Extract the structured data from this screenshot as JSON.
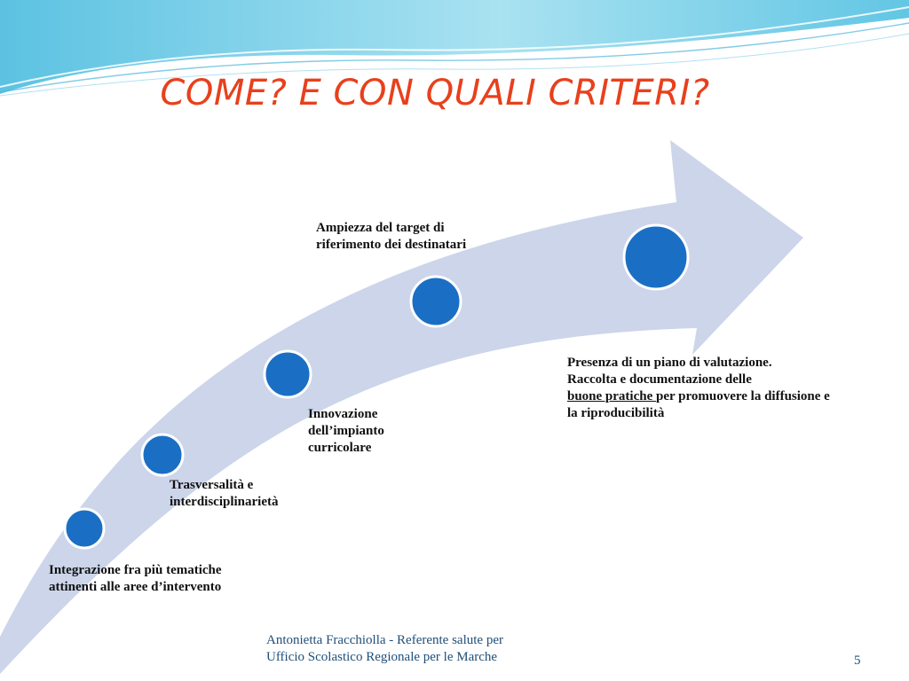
{
  "slide": {
    "title": "COME? E CON QUALI CRITERI?",
    "page_number": "5",
    "footer": {
      "line1": "Antonietta  Fracchiolla - Referente salute per",
      "line2": "Ufficio Scolastico Regionale per le Marche"
    }
  },
  "criteria": {
    "c1": "Integrazione fra più tematiche attinenti alle aree d’intervento",
    "c2": "Trasversalità e interdisciplinarietà",
    "c3": "Innovazione dell’impianto curricolare",
    "c4": "Ampiezza del target di riferimento dei destinatari",
    "c5": {
      "line1": "Presenza di un piano di valutazione.",
      "line2": "Raccolta e documentazione delle",
      "underlined": "buone  pratiche ",
      "after": "per promuovere la diffusione e la riproducibilità"
    }
  },
  "colors": {
    "title": "#e8401c",
    "arrow": "#ccd5ea",
    "node": "#1a6fc4",
    "wave": "#7ecfe6",
    "footer": "#1f4e79"
  }
}
